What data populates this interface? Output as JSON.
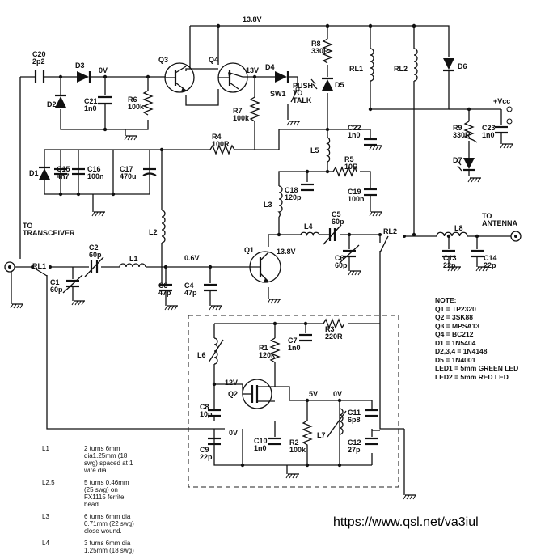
{
  "rails": {
    "supply": "13.8V",
    "q1_collector": "13.8V",
    "q4_emitter": "13V",
    "q2_drain": "12V",
    "q2_gate": "5V",
    "zero_a": "0V",
    "zero_b": "0V",
    "zero_c": "0V",
    "vcc": "+Vcc",
    "base_bias": "0.6V"
  },
  "ports": {
    "transceiver": "TO\nTRANSCEIVER",
    "antenna": "TO\nANTENNA",
    "ptt": "PUSH\nTO\nTALK"
  },
  "components": {
    "C20": "C20\n2p2",
    "D3": "D3",
    "D2": "D2",
    "C21": "C21\n1n0",
    "R6": "R6\n100k",
    "Q3": "Q3",
    "Q4": "Q4",
    "D4": "D4",
    "SW1": "SW1",
    "R7": "R7\n100k",
    "R8": "R8\n330R",
    "D5": "D5",
    "RL1_coil": "RL1",
    "RL2_coil": "RL2",
    "D6": "D6",
    "C22": "C22\n1n0",
    "R9": "R9\n330R",
    "C23": "C23\n1n0",
    "D7": "D7",
    "R4": "R4\n100R",
    "L5": "L5",
    "D1": "D1",
    "C15": "C15\n4n7",
    "C16": "C16\n100n",
    "C17": "C17\n470u",
    "R5": "R5\n10R",
    "C18": "C18\n120p",
    "C19": "C19\n100n",
    "L3": "L3",
    "L4": "L4",
    "C5": "C5\n60p",
    "RL2_sw": "RL2",
    "C6": "C6\n60p",
    "L8": "L8",
    "C13": "C13\n22p",
    "C14": "C14\n22p",
    "L2": "L2",
    "RL1_sw": "RL1",
    "C2": "C2\n60p",
    "L1": "L1",
    "C1": "C1\n60p",
    "Q1": "Q1",
    "C3": "C3\n47p",
    "C4": "C4\n47p",
    "R3": "R3\n220R",
    "L6": "L6",
    "R1": "R1\n120k",
    "C7": "C7\n1n0",
    "Q2": "Q2",
    "C8": "C8\n10p",
    "C9": "C9\n22p",
    "C10": "C10\n1n0",
    "R2": "R2\n100k",
    "L7": "L7",
    "C11": "C11\n6p8",
    "C12": "C12\n27p"
  },
  "note": {
    "title": "NOTE:",
    "lines": [
      "Q1 = TP2320",
      "Q2 = 3SK88",
      "Q3 = MPSA13",
      "Q4 = BC212",
      "D1 = 1N5404",
      "D2,3,4 = 1N4148",
      "D5 = 1N4001",
      "LED1 = 5mm GREEN LED",
      "LED2 = 5mm RED LED"
    ]
  },
  "coils": [
    {
      "id": "L1",
      "spec": "2 turns 6mm\ndia1.25mm (18\nswg) spaced at 1\nwire dia."
    },
    {
      "id": "L2,5",
      "spec": "5 turns 0.46mm\n(25 swg) on\nFX1115 ferrite\nbead."
    },
    {
      "id": "L3",
      "spec": "6 turns 6mm dia\n0.71mm (22 swg)\nclose wound."
    },
    {
      "id": "L4",
      "spec": "3 turns 6mm dia\n1.25mm (18 swg)"
    }
  ],
  "url": "https://www.qsl.net/va3iul"
}
